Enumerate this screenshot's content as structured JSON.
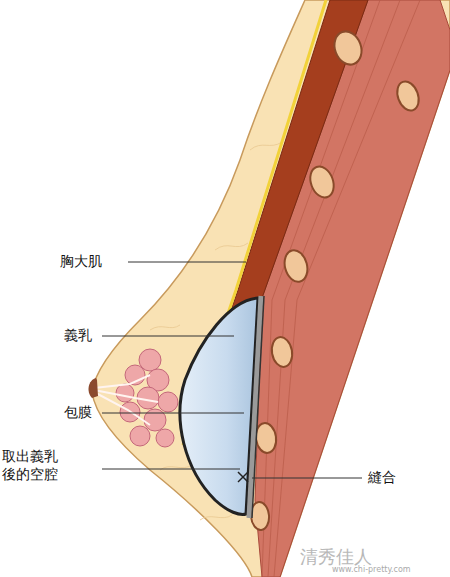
{
  "diagram": {
    "labels": [
      "胸大肌",
      "義乳",
      "包膜",
      "取出義乳 後的空腔",
      "縫合",
      "清秀佳人",
      "www.chi-pretty.com"
    ]
  }
}
